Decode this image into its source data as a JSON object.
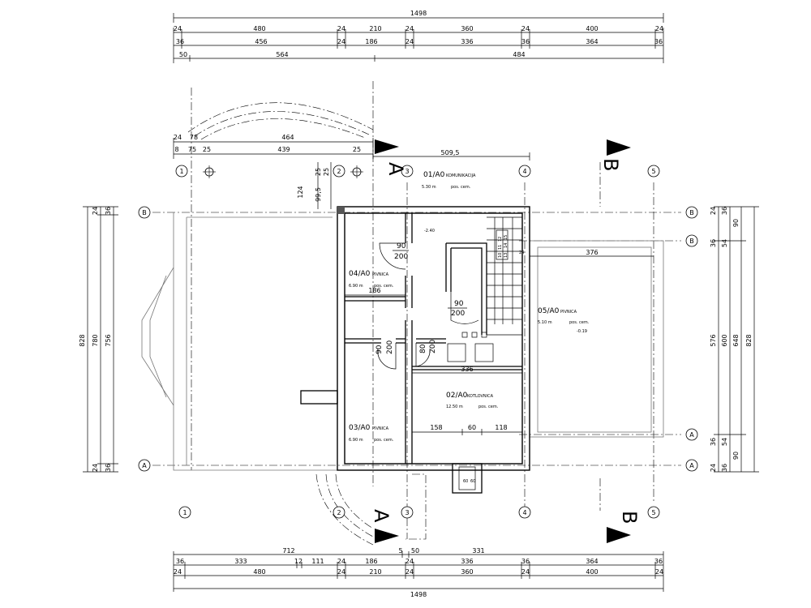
{
  "dims_top": {
    "overall": "1498",
    "row1": [
      "24",
      "480",
      "24",
      "210",
      "24",
      "360",
      "24",
      "400",
      "24"
    ],
    "row2": [
      "36",
      "456",
      "24",
      "186",
      "24",
      "336",
      "36",
      "364",
      "36"
    ],
    "row3": [
      "50",
      "564",
      "484"
    ]
  },
  "dims_upper_left": {
    "r1": [
      "24",
      "78",
      "464"
    ],
    "r2": [
      "8",
      "75",
      "25",
      "439",
      "25"
    ],
    "long": "509,5",
    "vertical": [
      "124",
      "99,5",
      "25",
      "25"
    ]
  },
  "dims_bottom": {
    "row1": [
      "712",
      "5",
      "50",
      "331"
    ],
    "row2": [
      "36",
      "333",
      "12",
      "111",
      "24",
      "186",
      "24",
      "336",
      "36",
      "364",
      "36"
    ],
    "row3": [
      "24",
      "480",
      "24",
      "210",
      "24",
      "360",
      "24",
      "400",
      "24"
    ],
    "overall": "1498"
  },
  "dims_left": [
    "828",
    "780",
    "756",
    "24",
    "36",
    "24",
    "36"
  ],
  "dims_right": {
    "inner": [
      "36",
      "576",
      "36"
    ],
    "mid": [
      "54",
      "600",
      "54"
    ],
    "outer1": [
      "90",
      "648",
      "90"
    ],
    "overall": "828",
    "small": [
      "24",
      "36",
      "24",
      "36",
      "24"
    ]
  },
  "axes": {
    "numbers": [
      "1",
      "2",
      "3",
      "4",
      "5"
    ],
    "letters": [
      "A",
      "B"
    ]
  },
  "sections": {
    "a": "A",
    "b": "B"
  },
  "rooms": {
    "r01": {
      "code": "01/A0",
      "name": "KOMUNIKACIJA",
      "area": "5.30 m",
      "floor": "pos. cem."
    },
    "r02": {
      "code": "02/A0",
      "name": "KOTLOVNICA",
      "area": "12.50 m",
      "floor": "pos. cem."
    },
    "r03": {
      "code": "03/A0",
      "name": "PIVNICA",
      "area": "6.90 m",
      "floor": "pos. cem."
    },
    "r04": {
      "code": "04/A0",
      "name": "PIVNICA",
      "area": "6.90 m",
      "floor": "pos. cem."
    },
    "r05": {
      "code": "05/A0",
      "name": "PIVNICA",
      "area": "5.10 m",
      "floor": "pos. cem."
    }
  },
  "doors": {
    "d1": {
      "w": "90",
      "h": "200"
    },
    "d2": {
      "w": "90",
      "h": "200"
    },
    "d3": {
      "w": "90",
      "h": "200"
    },
    "d4": {
      "w": "80",
      "h": "200"
    }
  },
  "inner_dims": {
    "w186": "186",
    "w336": "336",
    "w376": "376",
    "seg": [
      "158",
      "60",
      "118"
    ],
    "level1": "-2.40",
    "level2": "-0.19",
    "small24": "24",
    "win60": "60",
    "win60b": "60"
  },
  "stair_labels": [
    "10",
    "11",
    "12",
    "13",
    "14",
    "15"
  ]
}
